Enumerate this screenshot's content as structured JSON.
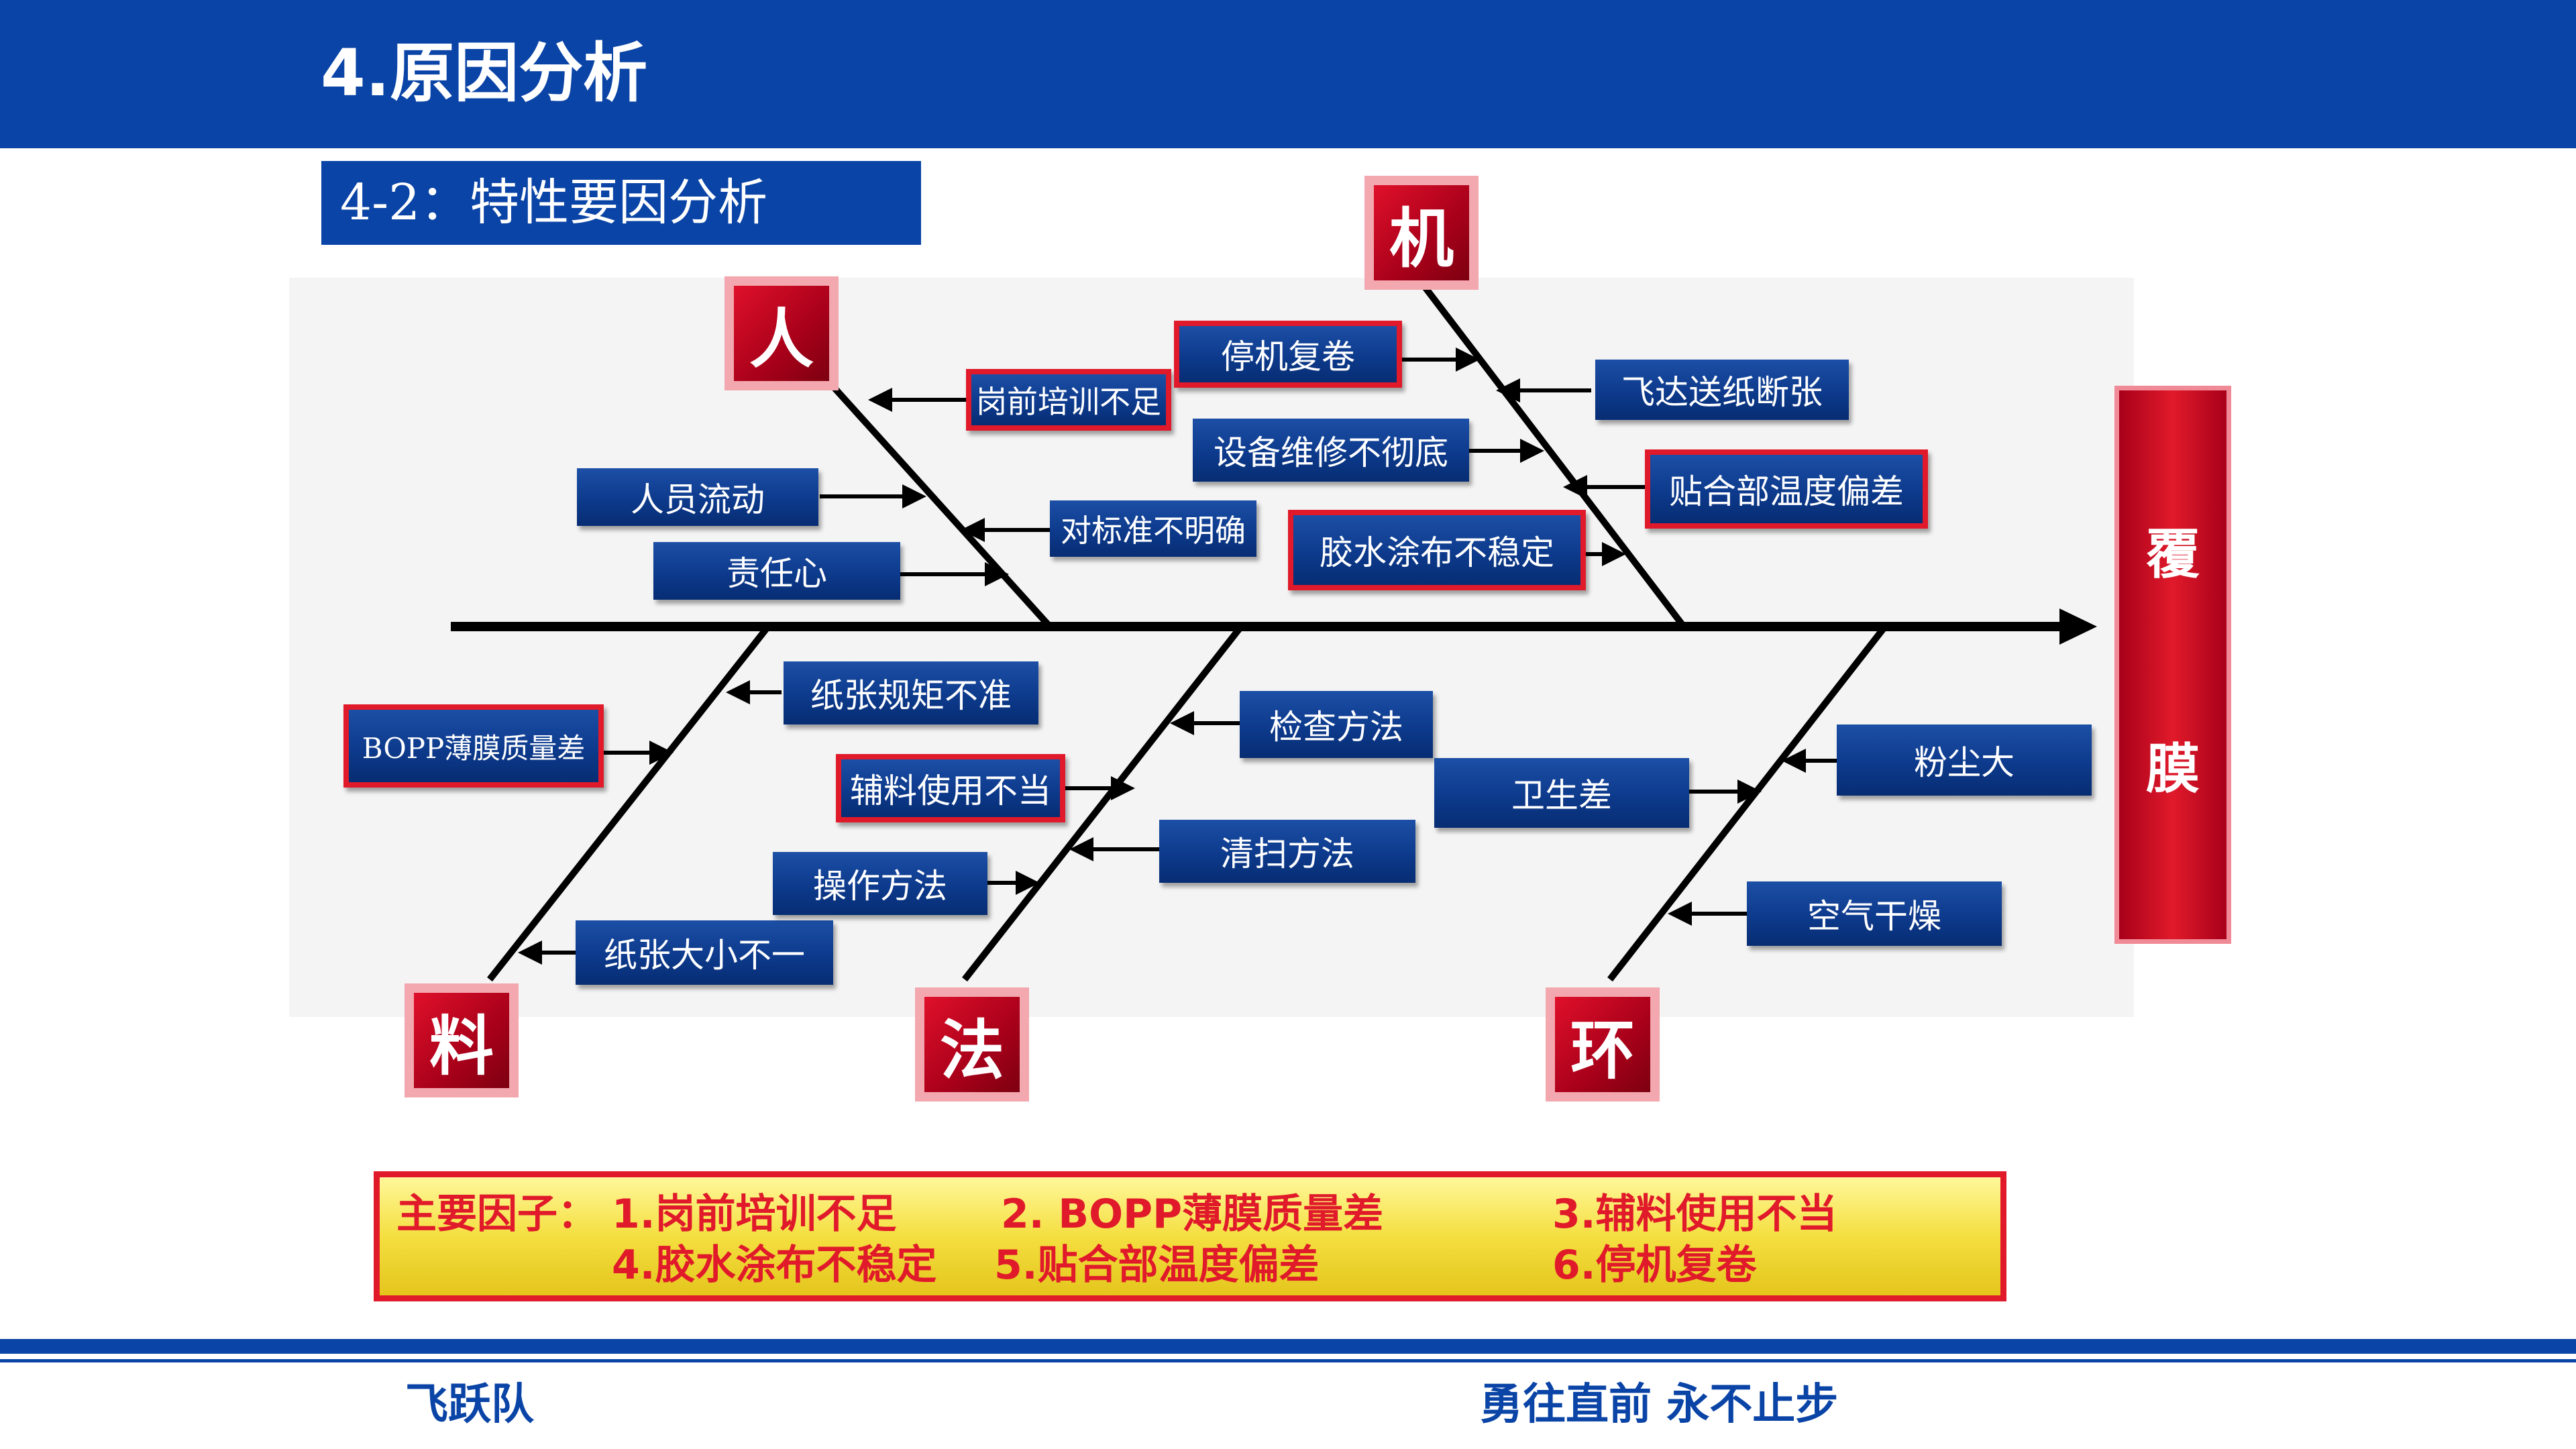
{
  "header": {
    "title": "4.原因分析"
  },
  "subtitle": "4-2：特性要因分析",
  "effect": {
    "line1": "覆",
    "line2": "膜"
  },
  "categories": {
    "ren": "人",
    "ji": "机",
    "liao": "料",
    "fa": "法",
    "huan": "环"
  },
  "causes": {
    "gangqian": "岗前培训不足",
    "tingji": "停机复卷",
    "renyuan": "人员流动",
    "duibiao": "对标准不明确",
    "zeren": "责任心",
    "feida": "飞达送纸断张",
    "shebei": "设备维修不彻底",
    "tiehe": "贴合部温度偏差",
    "jiaoshui": "胶水涂布不稳定",
    "zhizhang_guiju": "纸张规矩不准",
    "bopp": "BOPP薄膜质量差",
    "fuliao": "辅料使用不当",
    "caozuo": "操作方法",
    "zhizhang_daxiao": "纸张大小不一",
    "jiancha": "检查方法",
    "qingsao": "清扫方法",
    "weisheng": "卫生差",
    "fenchen": "粉尘大",
    "kongqi": "空气干燥"
  },
  "summary": {
    "label": "主要因子：",
    "f1": "1.岗前培训不足",
    "f2": "2. BOPP薄膜质量差",
    "f3": "3.辅料使用不当",
    "f4": "4.胶水涂布不稳定",
    "f5": "5.贴合部温度偏差",
    "f6": "6.停机复卷"
  },
  "footer": {
    "team": "飞跃队",
    "slogan": "勇往直前 永不止步"
  },
  "colors": {
    "brand_blue": "#0a44a6",
    "accent_red": "#e01a2a",
    "highlight_yellow": "#f4df40"
  }
}
